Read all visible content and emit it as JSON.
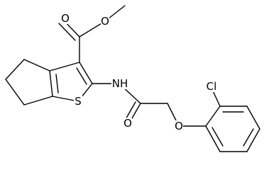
{
  "molecule": {
    "atom_labels": {
      "ester_carbonyl_o": "O",
      "ester_ether_o": "O",
      "thiophene_s": "S",
      "amide_nh": "NH",
      "amide_carbonyl_o": "O",
      "aryl_ether_o": "O",
      "chlorine": "Cl"
    }
  }
}
